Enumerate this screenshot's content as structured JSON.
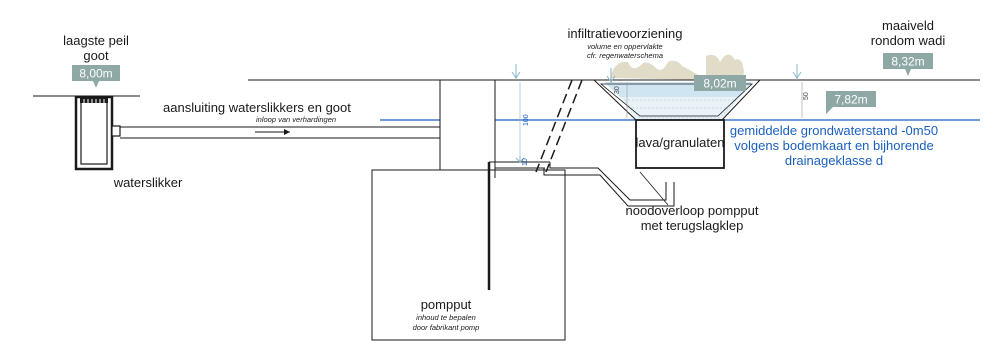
{
  "colors": {
    "line": "#1a1a1a",
    "water": "#1a5fbf",
    "badge": "#8ea8a5",
    "water_fill": "#cfe6f2",
    "vegetation": "#d5d0b5",
    "marker": "#8ab6c8"
  },
  "labels": {
    "laagste_peil_line1": "laagste peil",
    "laagste_peil_line2": "goot",
    "waterslikker": "waterslikker",
    "aansluiting": "aansluiting waterslikkers en goot",
    "inloop": "inloop van verhardingen",
    "infiltratie": "infiltratievoorziening",
    "infiltratie_sub1": "volume en oppervlakte",
    "infiltratie_sub2": "cfr. regenwaterschema",
    "lava": "lava/granulaten",
    "maaiveld_line1": "maaiveld",
    "maaiveld_line2": "rondom wadi",
    "grondwater_line1": "gemiddelde grondwaterstand -0m50",
    "grondwater_line2": "volgens bodemkaart en bijhorende",
    "grondwater_line3": "drainageklasse d",
    "noodoverloop_line1": "noodoverloop pompput",
    "noodoverloop_line2": "met terugslagklep",
    "pompput": "pompput",
    "pompput_sub1": "inhoud te bepalen",
    "pompput_sub2": "door fabrikant pomp"
  },
  "levels": {
    "goot": "8,00m",
    "wadi_water": "8,02m",
    "maaiveld": "8,32m",
    "grondwater": "7,82m"
  },
  "dimensions": {
    "wadi_depth": "30",
    "groundwater_offset": "50",
    "inlet_depth": "100",
    "small_gap": "10"
  }
}
